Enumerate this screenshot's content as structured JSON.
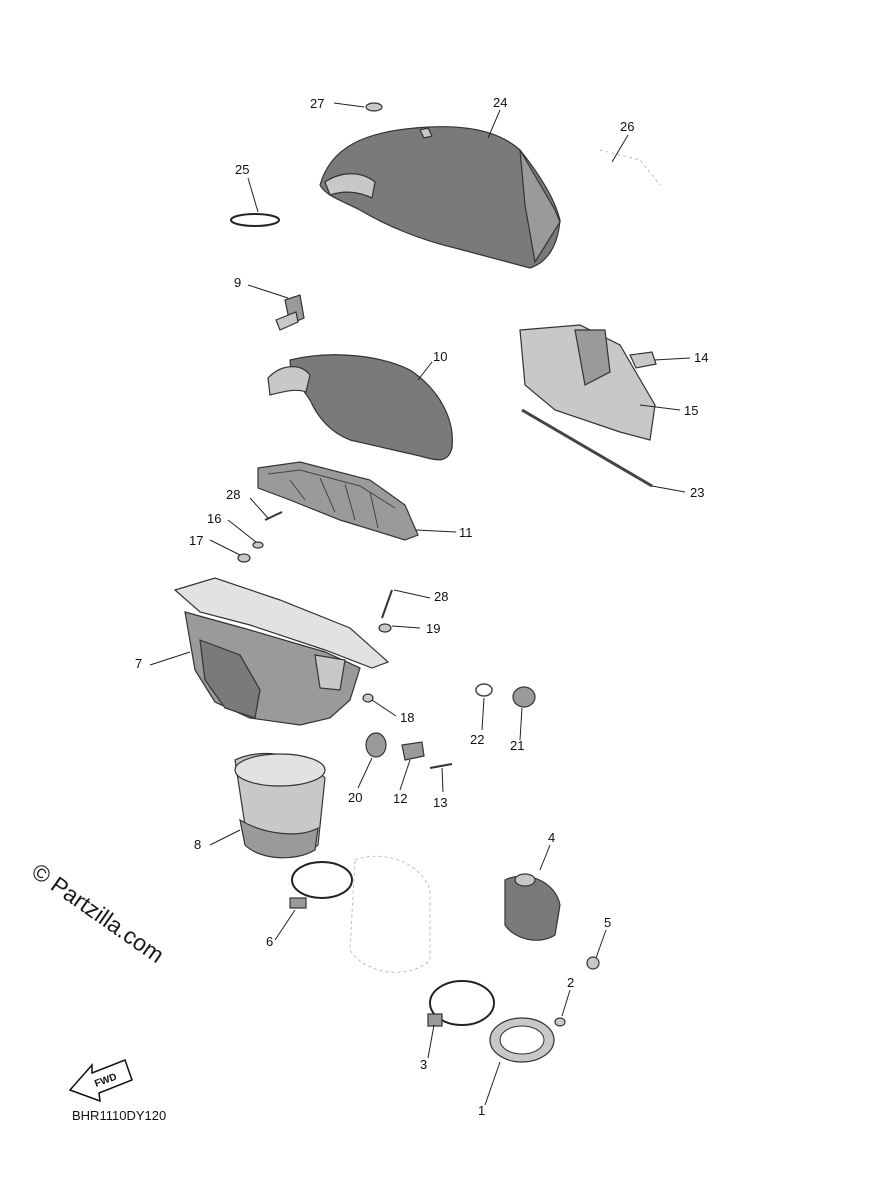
{
  "diagram": {
    "callouts": [
      "1",
      "2",
      "3",
      "4",
      "5",
      "6",
      "7",
      "8",
      "9",
      "10",
      "11",
      "12",
      "13",
      "14",
      "15",
      "16",
      "17",
      "18",
      "19",
      "20",
      "21",
      "22",
      "23",
      "24",
      "25",
      "26",
      "27",
      "28",
      "28"
    ],
    "watermark": "© Partzilla.com",
    "fwd_label": "FWD",
    "code": "BHR1110DY120"
  }
}
